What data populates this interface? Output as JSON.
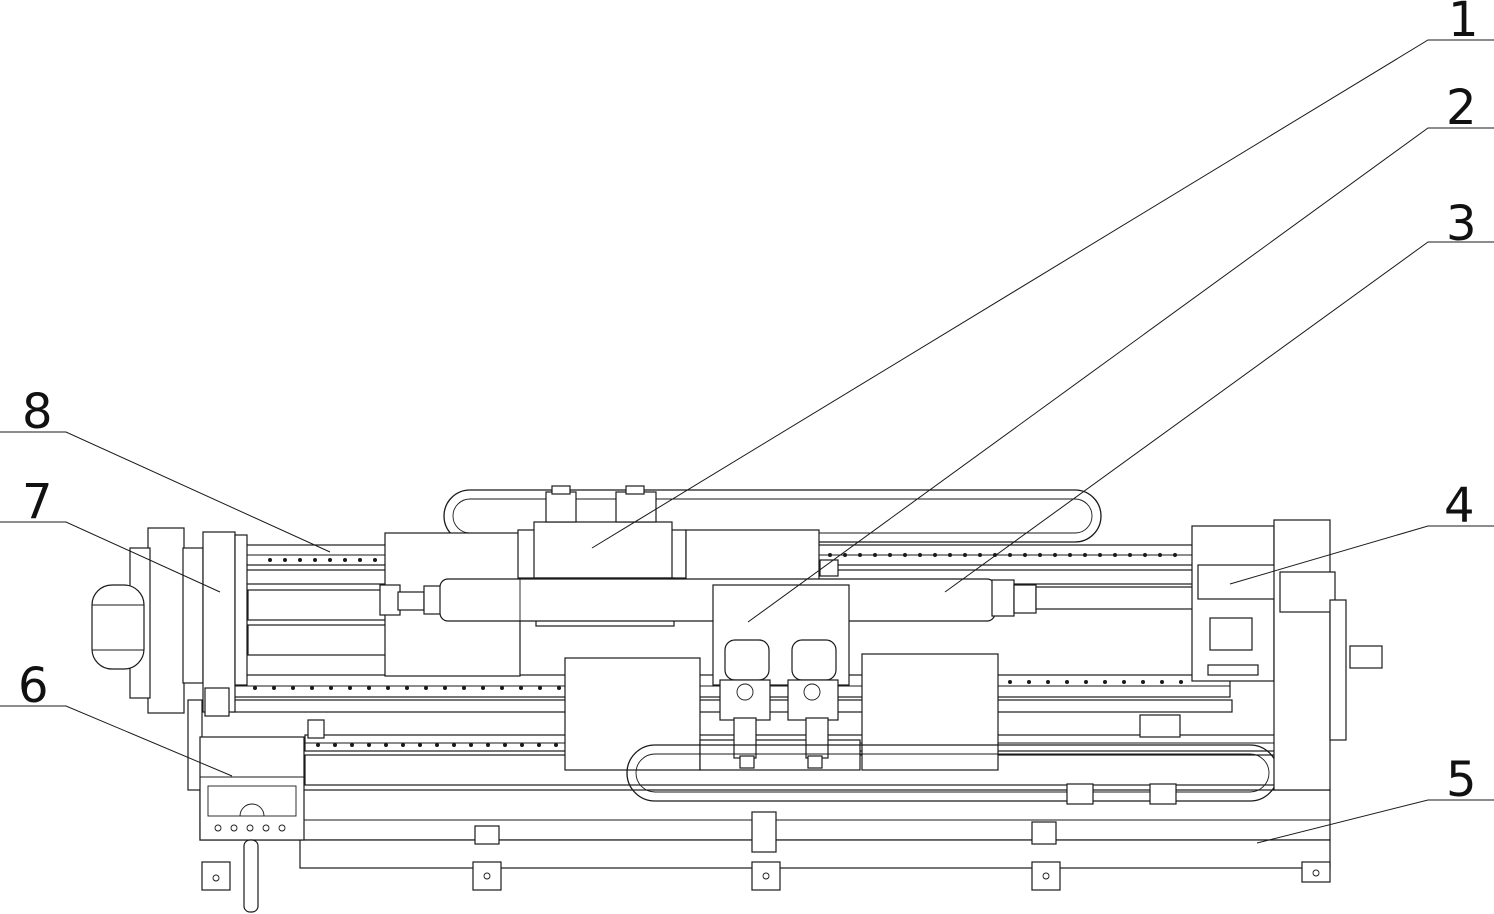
{
  "callouts": [
    {
      "id": "1",
      "label": "1"
    },
    {
      "id": "2",
      "label": "2"
    },
    {
      "id": "3",
      "label": "3"
    },
    {
      "id": "4",
      "label": "4"
    },
    {
      "id": "5",
      "label": "5"
    },
    {
      "id": "6",
      "label": "6"
    },
    {
      "id": "7",
      "label": "7"
    },
    {
      "id": "8",
      "label": "8"
    }
  ],
  "colors": {
    "line": "#1a1a1a",
    "background": "#ffffff"
  }
}
